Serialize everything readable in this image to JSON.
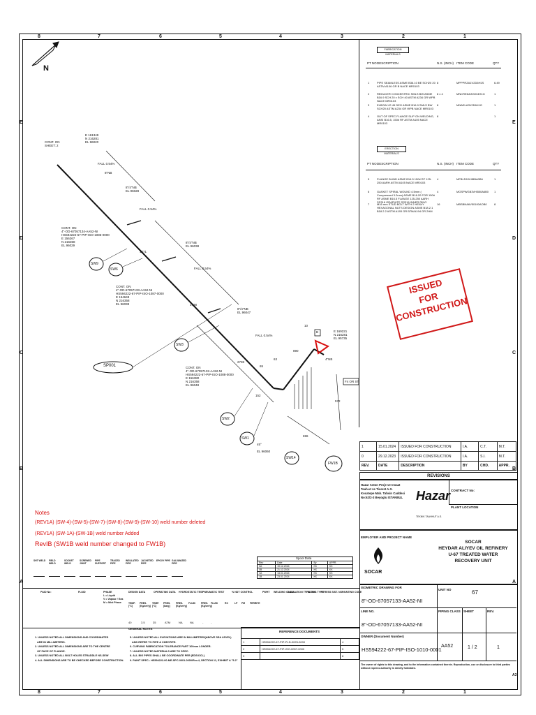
{
  "rulers": {
    "top": [
      "8",
      "7",
      "6",
      "5",
      "4",
      "3",
      "2",
      "1"
    ],
    "side": [
      "E",
      "D",
      "C",
      "B",
      "A"
    ]
  },
  "fab_materials": {
    "header": "FABRICATION MATERIALS",
    "cols": [
      "PT NO",
      "DESCRIPTION",
      "N.S. (INCH)",
      "ITEM CODE",
      "QTY"
    ],
    "rows": [
      [
        "1",
        "PIPE SEAMLESS ASME B36.10 BE SCH20 20 ASTM A106 GR B NACE MR0103",
        "8",
        "MPPPRZA1V2D6H1S",
        "6.49"
      ],
      [
        "2",
        "REDUCER CONCENTRIC SMLS BW ASME B16.9 SCH 20 x SCH 40 ASTM A234 GR WPB NACE MR0103",
        "8 x 4",
        "MNCREDA3V2D4H1G",
        "1"
      ],
      [
        "3",
        "ELBOW LR 45 DEG ASME B16.9 SMLS BW SCH20 ASTM A234 GR WPB NACE MR0103",
        "8",
        "MNAELA3V2D6H1G",
        "1"
      ],
      [
        "4",
        "OUT OF SPEC FLANGE SLIP ON WELDING, ANSI B16.5, 150# RF ASTM A105 NACE MR0103",
        "8",
        "",
        "1"
      ]
    ]
  },
  "erection_materials": {
    "header": "ERECTION MATERIALS",
    "cols": [
      "PT NO",
      "DESCRIPTION",
      "N.S. (INCH)",
      "ITEM CODE",
      "QTY"
    ],
    "rows": [
      [
        "5",
        "FLANGE BLIND ASME B16.5 150# RF 125-250 AARH ASTM A105 NACE MR0103",
        "4",
        "MFBLFA3V4BBA0B6",
        "1"
      ],
      [
        "6",
        "GASKET SPIRAL WOUND 4.5mm ( Compressed 3.2mm) ASME B16.20 FOR 150# RF ASME B16.5 FLANGE 125-250 AARH SS316 GRAPHITE SS316 INNER RING",
        "4",
        "MGSPWGB3VH3B0A6B0",
        "1"
      ],
      [
        "7",
        "M16 mm STUD BOLT WITH 2 HEAVY HEXAGONAL NUTS DESIGN ASME B18.2.1 B18.2.2 ASTM A193 GR B7M/A194 GR 2HM",
        "16",
        "MBSBNA6V50100AOB0",
        "8"
      ]
    ]
  },
  "stamp": {
    "line1": "ISSUED",
    "line2": "FOR",
    "line3": "CONSTRUCTION"
  },
  "north": "N",
  "drawing": {
    "cont1": "CONT. ON\nSHEET: 2",
    "coord1": "E 161349\nN 216281\nEL 96020",
    "fall1": "FALL 0.54%",
    "ns1": "8\"NB",
    "ns2": "8\"/4\"NB\nEL 96028",
    "fall2": "FALL 0.54%",
    "cont2": "CONT. ON\n4\"-OD-67057134-AA52-NI\nHS594222-67-PIP-ISO-1086-0000\nE 156267\nN 216358\nEL 96029",
    "ns3": "8\"/4\"NB\nEL 96038",
    "fall3": "FALL 0.54%",
    "cont3": "CONT. ON\n4\"-OD-67057133-AA52-NI\nHS594222-67-PIP-ISO-1087-0000\nE 154648\nN 216358\nEL 96038",
    "ns4": "8\"/4\"NB\nEL 96047",
    "fall4": "FALL 0.54%",
    "cont4": "CONT. ON\n4\"-OD-67057132-AA52-NI\nHS594222-67-PIP-ISO-1088-0000\nE 156380\nN 216358\nEL 96048",
    "coord2": "E 169221\nN 216281\nEL 95735",
    "el1": "EL 96060",
    "f4": "F4 OR ST",
    "sw": [
      "SW9",
      "SW6",
      "SW3",
      "SW2",
      "SW1",
      "SW14",
      "FW1B"
    ],
    "sp": "SP001",
    "dims": [
      "1271",
      "1738",
      "2738",
      "63",
      "152",
      "10",
      "B",
      "4\"NB",
      "572",
      "696",
      "890",
      "45°",
      "65"
    ]
  },
  "notes": {
    "title": "Notes",
    "n1": "(REV1A) (SW-4)-(SW-5)-(SW-7)-(SW-8)-(SW-9)-(SW-10) weld number deleted",
    "n2": "(REV1A) (SW-1A)-(SW-1B) weld number Added",
    "n3": "RevIB  (SW1B weld number changed to FW1B)"
  },
  "spool": {
    "title": "Spool Data",
    "cols": [
      "Rev",
      "Date",
      "By",
      "APPR."
    ],
    "rows": [
      [
        "0A",
        "19.12.2024",
        "KK",
        "KK"
      ],
      [
        "0B",
        "21.12.2024",
        "KK",
        "KK"
      ],
      [
        "1A",
        "13.01.2024",
        "KK",
        "KK"
      ],
      [
        "1B",
        "23.01.2024",
        "KK",
        "KK"
      ]
    ]
  },
  "legend": [
    "SHT WELD",
    "FIELD WELD",
    "SOCKET WELD",
    "SCREWED JOINT",
    "PIPE SUPPORT",
    "TRACED PIPE",
    "INSULATED PIPE",
    "JACKETED PIPE",
    "EPOXY PIPE",
    "GALVANIZED PIPE"
  ],
  "revisions": {
    "rows": [
      [
        "1",
        "15.01.2024",
        "ISSUED FOR CONSTRUCTION",
        "I.A.",
        "C.T.",
        "M.T."
      ],
      [
        "0",
        "29.12.2023",
        "ISSUED FOR CONSTRUCTION",
        "I.A.",
        "S.I.",
        "M.T."
      ]
    ],
    "head": [
      "REV.",
      "DATE",
      "DESCRIPTION",
      "BY",
      "CHD.",
      "APPR."
    ],
    "title": "REVISIONS"
  },
  "contractor": {
    "addr": "Hazar Aston Proje ve Insaat\nTaah.ut ve Ticaret A.S.\nKocatepe Mah. Tahsin Caddesi\nNo:62/2-3 Beyoglu ISTANBUL",
    "contract_no": "CONTRACT No:",
    "plant": "PLANT LOCATION",
    "logo": "Hazar",
    "logo_sub": "TEKNIK TAAHHUT A.S."
  },
  "employer": {
    "label": "EMPLOYER AND PROJECT NAME",
    "l1": "SOCAR",
    "l2": "HEYDAR ALIYEV OIL REFINERY",
    "l3": "U-67 TREATED WATER RECOVERY UNIT",
    "logo": "SOCAR"
  },
  "process": {
    "h": [
      "P&ID No:",
      "FLUID",
      "PHASE\nL = Liquid\nV = Vapour / Gas\nM = Mixt Phase",
      "DESIGN DATA",
      "OPERATING DATA",
      "HYDROSTATIC TEST",
      "PNEUMATIC TEST",
      "% NDT CONTROL",
      "PWHT",
      "WELDING CLASS",
      "INSULATION TYPE/THK.",
      "TRACING TYPE",
      "STRESS SIST. NO.",
      "PAINTING CODE"
    ],
    "sub": [
      "TEMP. [°C]",
      "PRES. [Kg/cm²g]",
      "TEMP. [°C]",
      "PRES. [barg]",
      "PRES. [Kg/cm²g]",
      "FLUID",
      "PRES. [Kg/cm²g]",
      "FLUID",
      "RX",
      "LP",
      "PM",
      "FERRITE"
    ],
    "vals": [
      "40",
      "3.5",
      "35",
      "ATM",
      "NA",
      "NA",
      "-",
      "-"
    ]
  },
  "general_notes": {
    "title": "GENERAL NOTES",
    "left": "1. UNLESS NOTED ALL DIMENSIONS AND COORDINATES\n   ARE IN MILLIMETERS.\n2. UNLESS NOTED ALL DIMENSIONS ARE TO THE CENTRE\n   OF FACE OF FLANGE.\n3. UNLESS NOTED ALL BOLT HOLES STRADDLE NS-SEW\n4. ALL DIMENSIONS ARE TO BE CHECKED BEFORE CONSTRUCTION.",
    "right": "5. UNLESS NOTED ALL ELEVATIONS ARE IN MILLIMETERS(ABOVE SEA LEVEL)\n   AND REFER TO PIPE & CHECPIPE.\n6. CURVING FABRICATION TOLERANCE PART 100mm LONGER.\n7. UNLESS NOTED MATERIALS ARE TO SPEC.\n8. ALL BIG PIPES SHALL BE COORDINATE PER (EDS/OCL)\n9. PAINT SPEC.: HS594222-00-ME-SPC-0001-0000/Rev.4, SECTION 11, EXHIBIT A \"5.2\""
  },
  "references": {
    "title": "REFERENCE DOCUMENTS",
    "rows": [
      [
        "1",
        "HS594222-67-PIP-PLD-0025-0000",
        "4"
      ],
      [
        "2",
        "HS594222-67-PIP-ISO-0057-0000",
        "5"
      ],
      [
        "3",
        "",
        "6"
      ]
    ]
  },
  "title_block": {
    "iso_label": "ISOMETRIC DRAWING FOR",
    "iso": "8\"-OD-67057133-AA52-NI",
    "unit_label": "UNIT NO",
    "unit": "67",
    "line_label": "LINE NO.",
    "line": "8\"-OD-67057133-AA52-NI",
    "class_label": "PIPING CLASS",
    "sheet_label": "SHEET",
    "rev_label": "REV.",
    "owner_label": "OWNER (Document Number)",
    "owner": "HS594222-67-PIP-ISO-1010-0001",
    "class": "AA52",
    "sheet": "1  /  2",
    "rev": "1",
    "footer": "The owner of rights to this drawing, and to the information contained therein. Reproduction, use or disclosure to third parties without express authority is strictly forbidden."
  },
  "a3": "A3"
}
